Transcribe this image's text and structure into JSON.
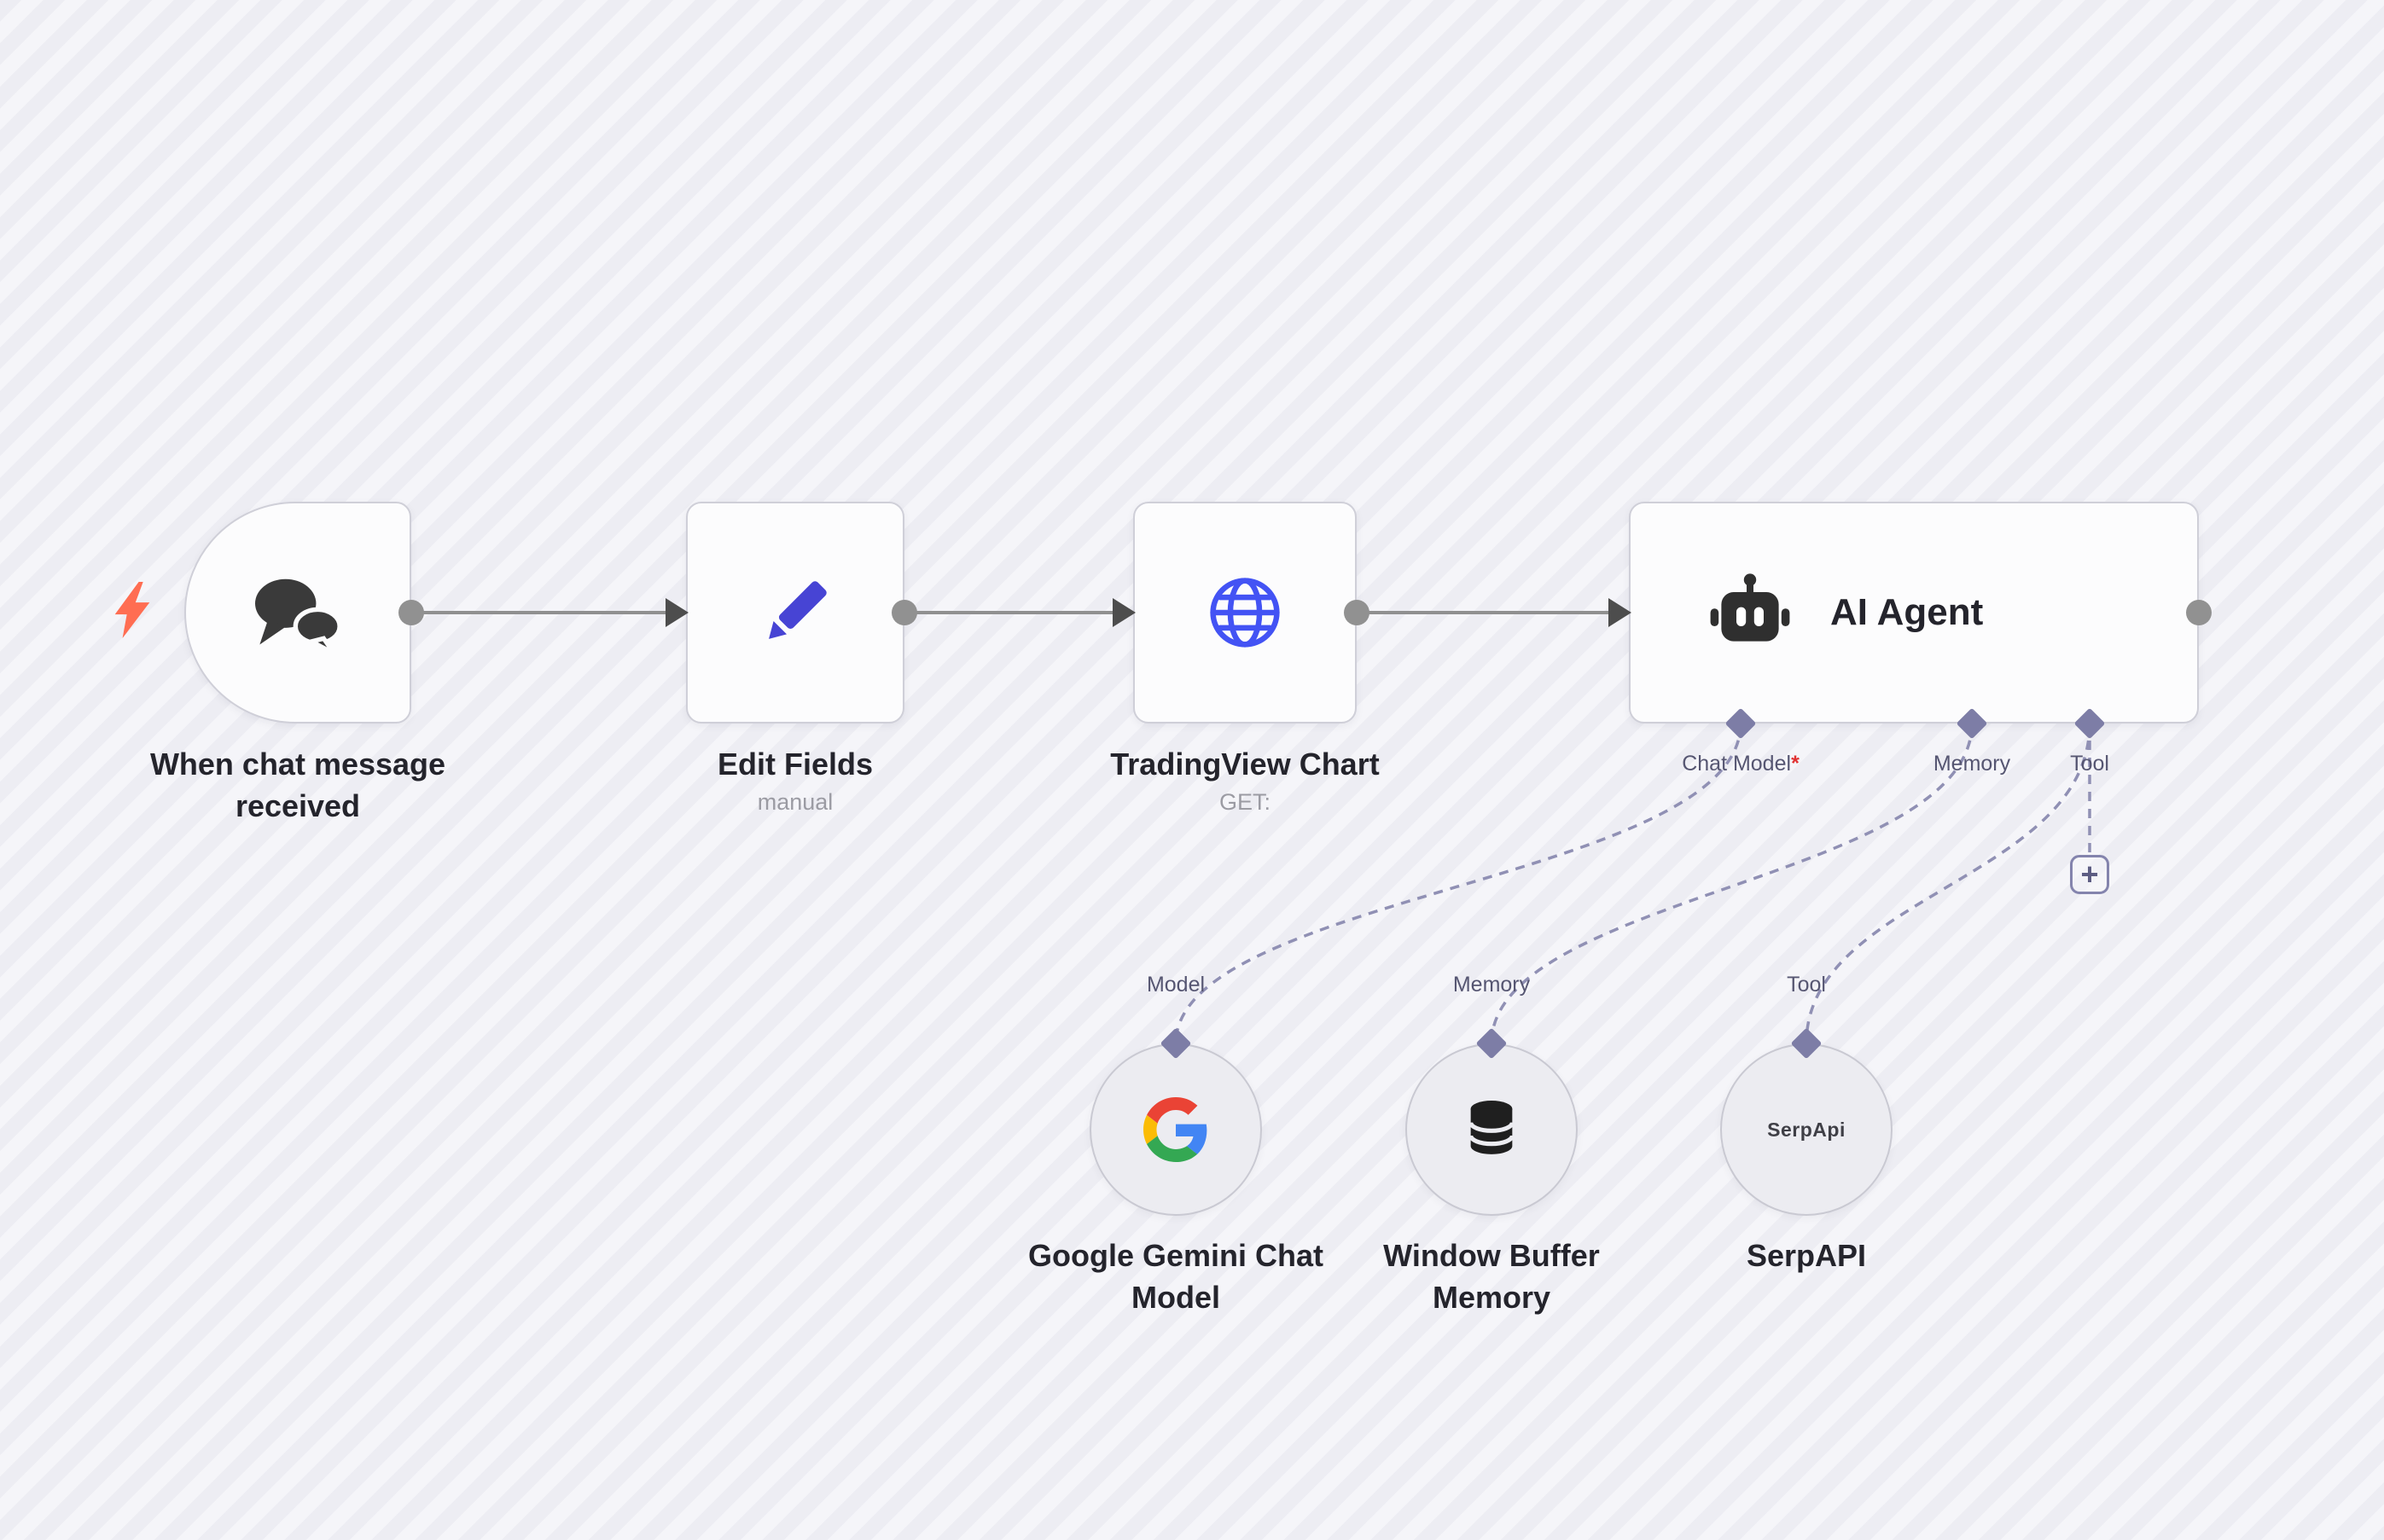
{
  "canvas": {
    "background": "#ededf3",
    "stripe": "#f5f5f9"
  },
  "colors": {
    "bolt": "#ff6d52",
    "chat_icon": "#3a3a3a",
    "pencil": "#4744d4",
    "globe": "#4353f4",
    "robot": "#2f2f2f",
    "connection": "#909090",
    "arrowhead": "#4d4d4d",
    "connector_dot": "#919191",
    "dashed_connection": "#9090b4",
    "diamond": "#7d7da6",
    "node_border": "#cfcfd8",
    "node_background": "#fcfcfd",
    "sub_node_background": "#ececf1",
    "required_asterisk": "#e03131",
    "google_blue": "#4285F4",
    "google_green": "#34A853",
    "google_yellow": "#FBBC05",
    "google_red": "#EA4335",
    "database_icon": "#1f1f1f"
  },
  "nodes": {
    "trigger": {
      "title": "When chat message received"
    },
    "edit_fields": {
      "title": "Edit Fields",
      "subtitle": "manual"
    },
    "http_request": {
      "title": "TradingView Chart",
      "subtitle": "GET:"
    },
    "ai_agent": {
      "title": "AI Agent",
      "ports": [
        {
          "label": "Chat Model",
          "required_marker": "*"
        },
        {
          "label": "Memory"
        },
        {
          "label": "Tool"
        }
      ],
      "add_button": "+"
    },
    "sub_nodes": [
      {
        "title": "Google Gemini Chat Model",
        "port_label": "Model"
      },
      {
        "title": "Window Buffer Memory",
        "port_label": "Memory"
      },
      {
        "title": "SerpAPI",
        "port_label": "Tool",
        "icon_text": "SerpApi"
      }
    ]
  }
}
